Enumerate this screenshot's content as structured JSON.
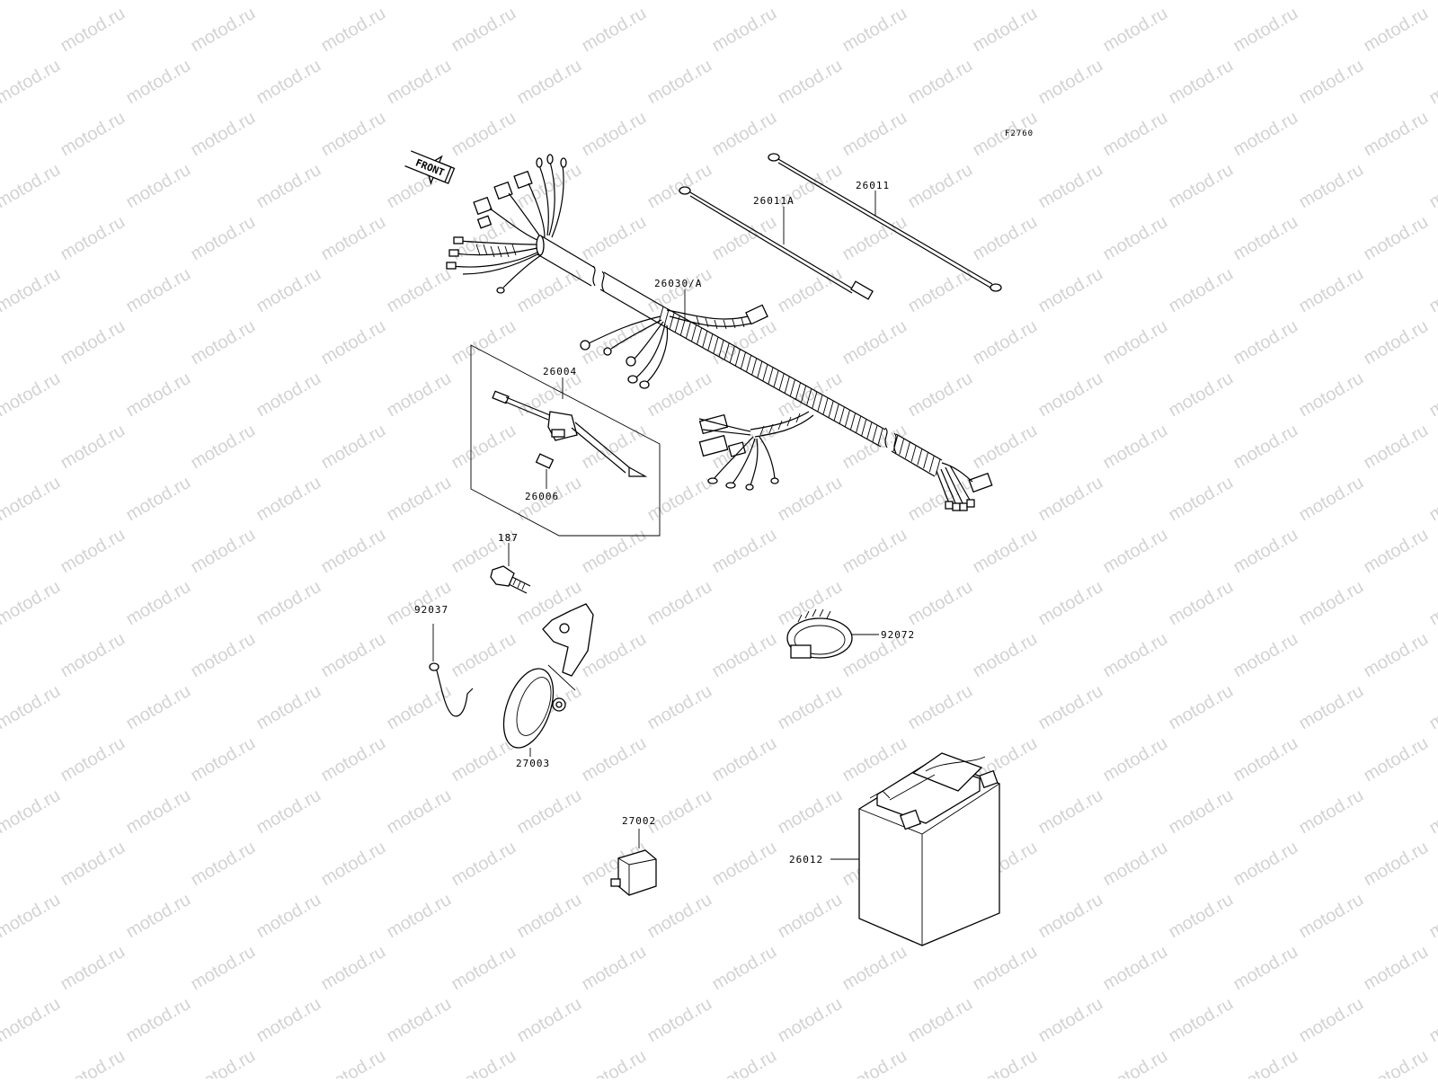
{
  "diagram": {
    "figure_code": "F2760",
    "front_label": "FRONT",
    "watermark": "motod.ru",
    "part_labels": {
      "p26011": "26011",
      "p26011A": "26011A",
      "p26030A": "26030/A",
      "p26004": "26004",
      "p26006": "26006",
      "p187": "187",
      "p92037": "92037",
      "p27003": "27003",
      "p92072": "92072",
      "p27002": "27002",
      "p26012": "26012"
    }
  }
}
